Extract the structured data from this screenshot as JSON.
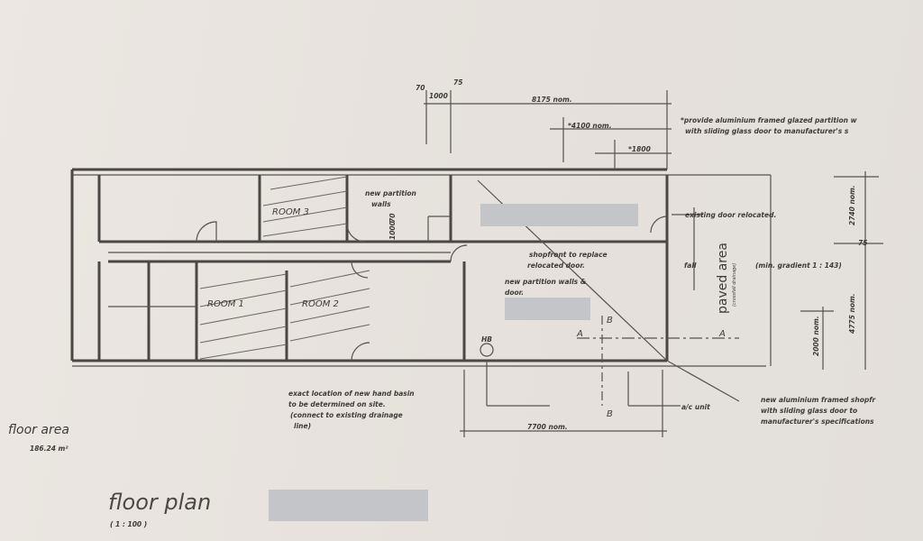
{
  "drawing": {
    "title": "floor plan",
    "scale": "( 1 : 100 )",
    "floor_area_label": "floor area",
    "floor_area_value": "186.24 m²"
  },
  "dimensions": {
    "d70_top": "70",
    "d1000_top": "1000",
    "d75_top": "75",
    "d8175": "8175 nom.",
    "d4100": "*4100 nom.",
    "d1800": "*1800",
    "d2740": "2740 nom.",
    "d75_right": "75",
    "d4775": "4775 nom.",
    "d2000": "2000 nom.",
    "d7700": "7700 nom.",
    "d70_partition": "70",
    "d1000_partition": "1000",
    "fall": "fall"
  },
  "rooms": {
    "room1": "ROOM 1",
    "room2": "ROOM 2",
    "room3": "ROOM 3",
    "paved_area": "paved area",
    "paved_sub": "(crossfall drainage)"
  },
  "notes": {
    "glazed_partition_1": "*provide aluminium framed glazed partition w",
    "glazed_partition_2": "with sliding glass door to manufacturer's s",
    "existing_door": "existing door relocated.",
    "new_partition_walls_1": "new partition",
    "new_partition_walls_2": "walls",
    "shopfront_1": "shopfront to replace",
    "shopfront_2": "relocated door.",
    "partition_door_1": "new partition walls &",
    "partition_door_2": "door.",
    "gradient": "(min. gradient 1 : 143)",
    "hand_basin_1": "exact location of new hand basin",
    "hand_basin_2": "to be determined on site.",
    "hand_basin_3": "(connect to existing drainage",
    "hand_basin_4": "line)",
    "hb": "HB",
    "ac_unit": "a/c unit",
    "new_shopfront_1": "new aluminium framed shopfr",
    "new_shopfront_2": "with sliding glass door to",
    "new_shopfront_3": "manufacturer's specifications"
  },
  "sections": {
    "a": "A",
    "b": "B"
  }
}
